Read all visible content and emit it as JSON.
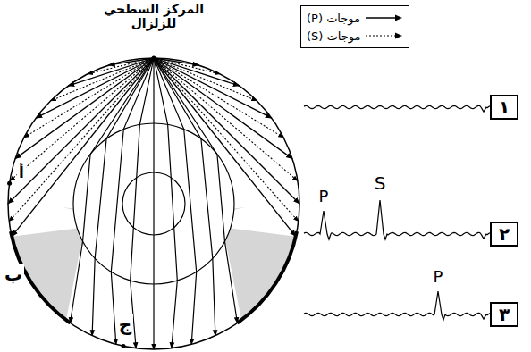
{
  "diagram": {
    "nodes": [
      {
        "text": [
          "١"
        ]
      },
      {
        "text": [
          "٢"
        ]
      },
      {
        "text": [
          "٣"
        ]
      }
    ],
    "labels": [
      "المركز السطحي للزلزال",
      "أ",
      "ب",
      "ج",
      "P",
      "S",
      "P"
    ],
    "legend": [
      {
        "text": "موجات (P)"
      },
      {
        "text": "موجات (S)"
      }
    ]
  }
}
